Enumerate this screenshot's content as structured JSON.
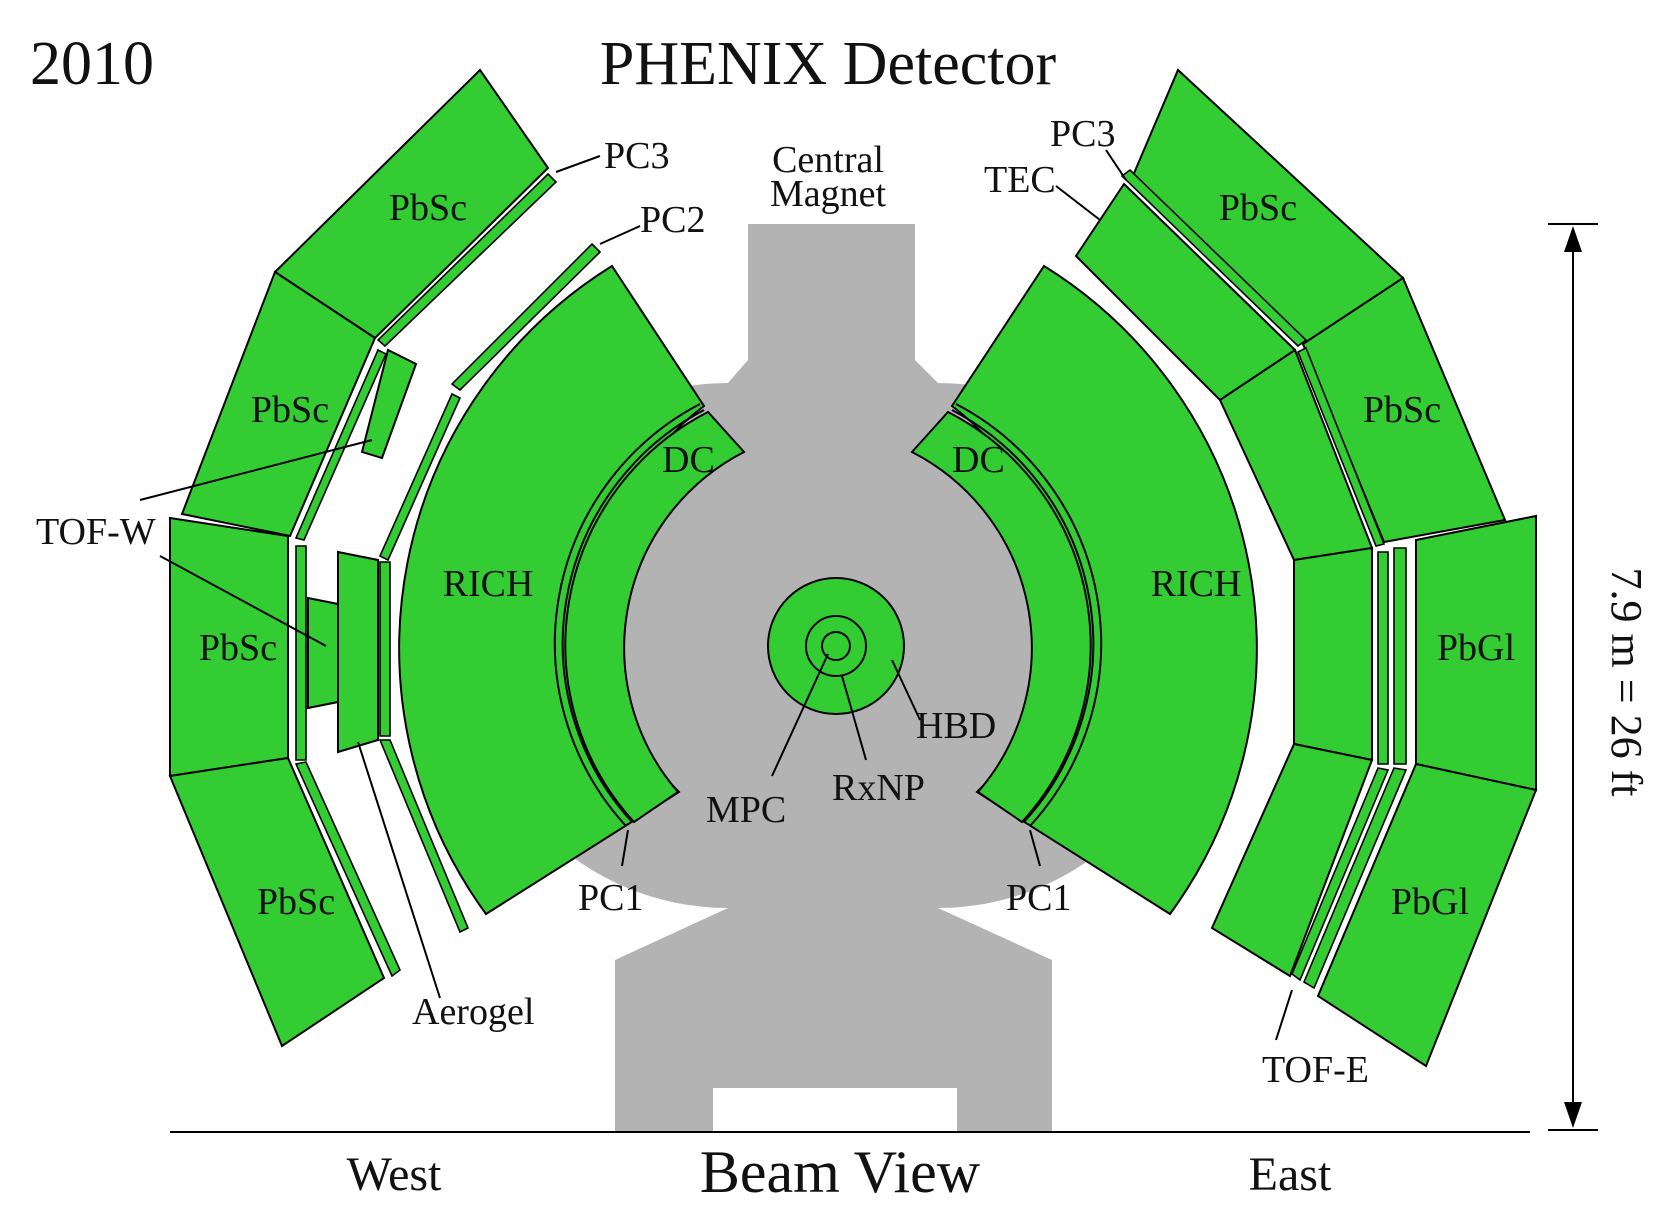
{
  "header": {
    "year": "2010",
    "title": "PHENIX Detector"
  },
  "colors": {
    "detector": "#33cc33",
    "magnet": "#b3b3b3",
    "outline": "#000000"
  },
  "labels": {
    "central_magnet_line1": "Central",
    "central_magnet_line2": "Magnet",
    "west_pc3": "PC3",
    "west_pc2": "PC2",
    "west_pbsc": "PbSc",
    "tof_w": "TOF-W",
    "rich": "RICH",
    "dc": "DC",
    "pc1": "PC1",
    "aerogel": "Aerogel",
    "east_pc3": "PC3",
    "tec": "TEC",
    "east_pbsc": "PbSc",
    "pbgl": "PbGl",
    "tof_e": "TOF-E",
    "mpc": "MPC",
    "rxnp": "RxNP",
    "hbd": "HBD"
  },
  "dimension": {
    "text": "7.9 m = 26 ft"
  },
  "footer": {
    "west": "West",
    "beam_view": "Beam View",
    "east": "East"
  }
}
